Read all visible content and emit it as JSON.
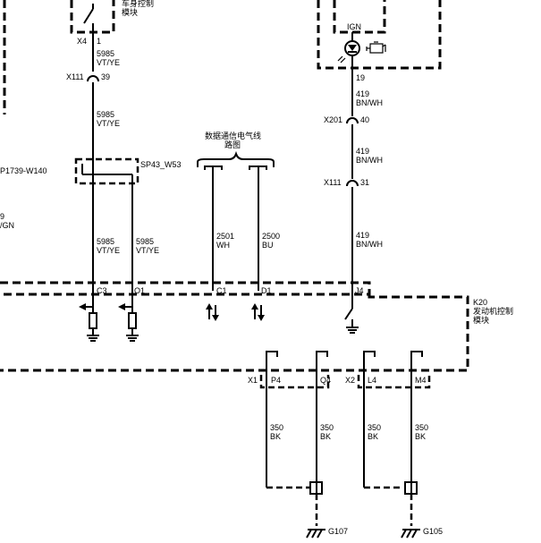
{
  "body_module": {
    "label_line1": "车身控制",
    "label_line2": "模块",
    "connector": "X4",
    "pin": "1"
  },
  "left_wire": {
    "seg1_circuit": "5985",
    "seg1_color": "VT/YE",
    "inline_conn": "X111",
    "inline_pin": "39",
    "seg2_circuit": "5985",
    "seg2_color": "VT/YE",
    "splice": "SP43_W53",
    "branch_a_circuit": "5985",
    "branch_a_color": "VT/YE",
    "branch_b_circuit": "5985",
    "branch_b_color": "VT/YE"
  },
  "left_refs": {
    "ref_main": "P1739-W140",
    "ref_num": "9",
    "ref_color": "/GN"
  },
  "data_comm": {
    "label_line1": "数据通信电气线",
    "label_line2": "路图",
    "wire1_circuit": "2501",
    "wire1_color": "WH",
    "wire2_circuit": "2500",
    "wire2_color": "BU"
  },
  "ign_wire": {
    "ign_label": "IGN",
    "pin19": "19",
    "seg1_circuit": "419",
    "seg1_color": "BN/WH",
    "conn1": "X201",
    "conn1_pin": "40",
    "seg2_circuit": "419",
    "seg2_color": "BN/WH",
    "conn2": "X111",
    "conn2_pin": "31",
    "seg3_circuit": "419",
    "seg3_color": "BN/WH"
  },
  "ecm": {
    "name": "K20",
    "label_line1": "发动机控制",
    "label_line2": "模块",
    "pins_top": [
      "C3",
      "O1",
      "C1",
      "D1",
      "J4"
    ],
    "conn_x1": "X1",
    "conn_x2": "X2",
    "pins_bottom": [
      "P4",
      "Q4",
      "L4",
      "M4"
    ]
  },
  "ground_wires": [
    {
      "circuit": "350",
      "color": "BK"
    },
    {
      "circuit": "350",
      "color": "BK"
    },
    {
      "circuit": "350",
      "color": "BK"
    },
    {
      "circuit": "350",
      "color": "BK"
    }
  ],
  "grounds": [
    "G107",
    "G105"
  ]
}
